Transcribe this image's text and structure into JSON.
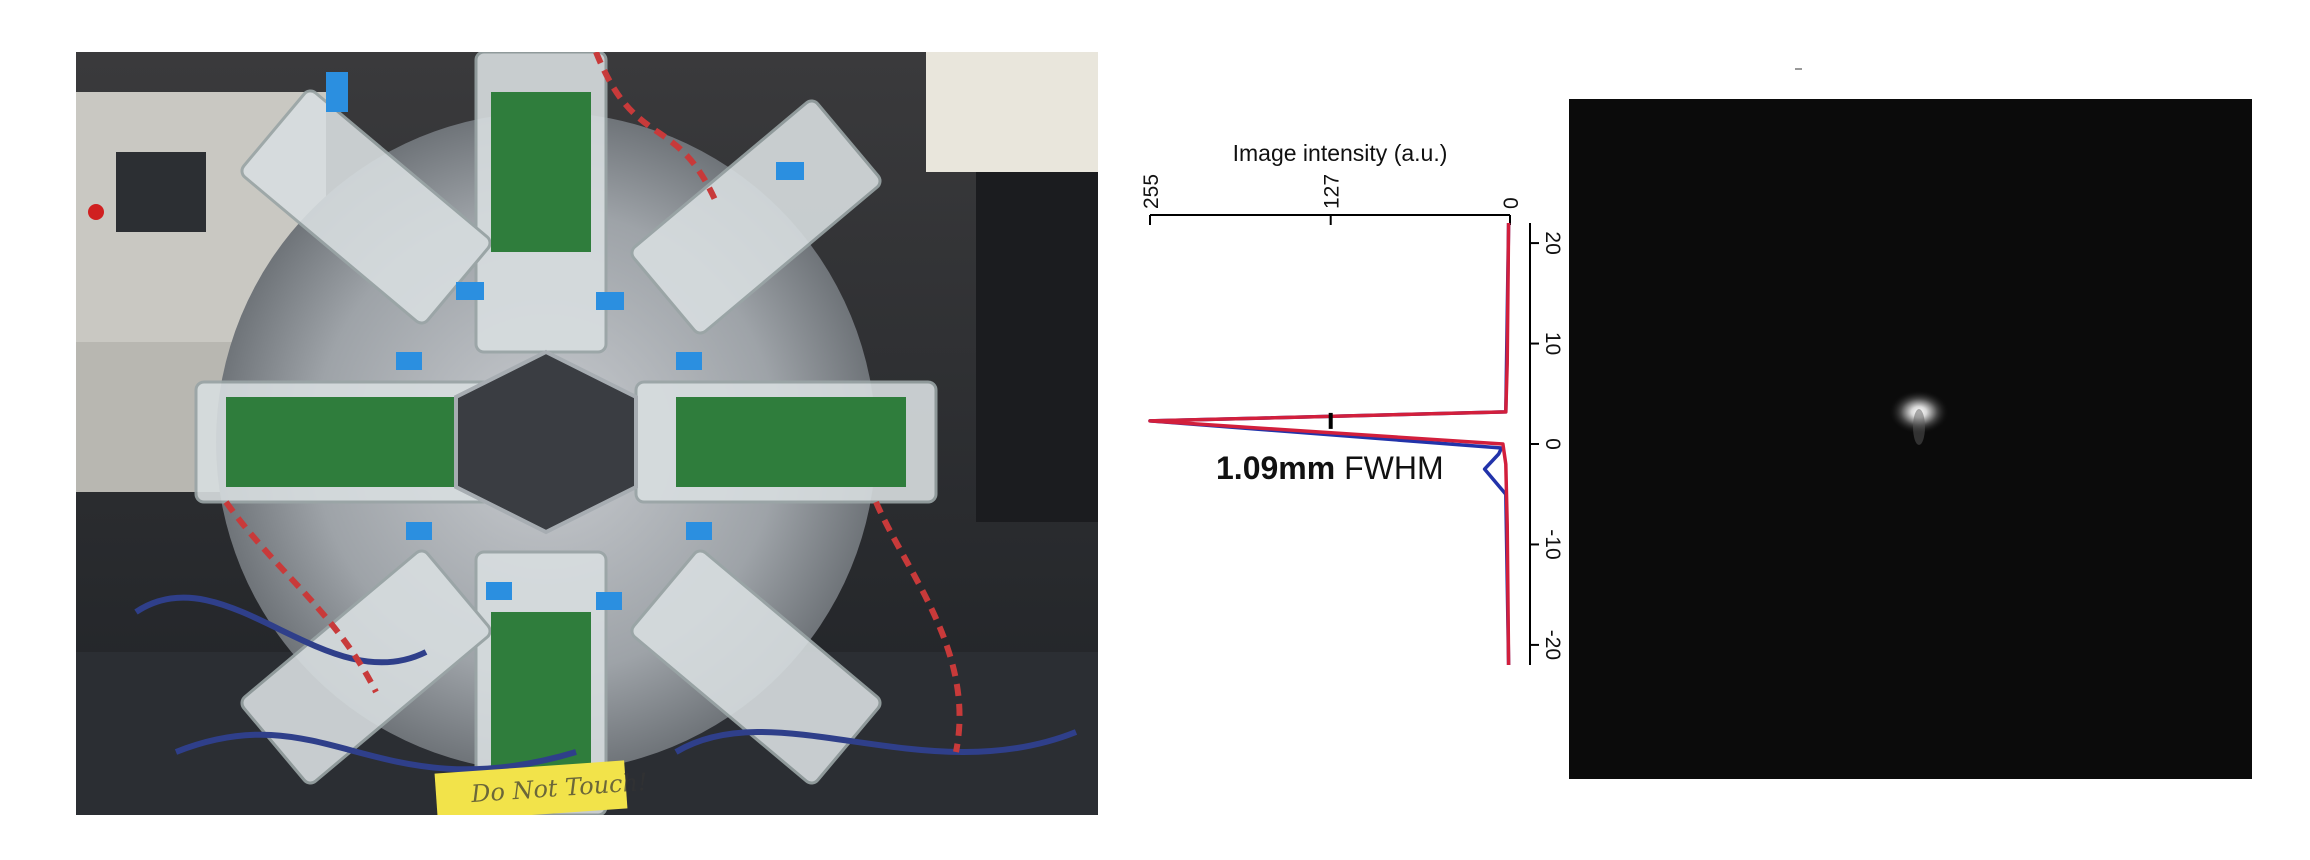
{
  "photo": {
    "description_icon": "detector-ring-photo-icon",
    "handwritten_note": "Do Not Touch!"
  },
  "profile_plot": {
    "axis_title": "Image intensity (a.u.)",
    "top_ticks": [
      "255",
      "127",
      "0"
    ],
    "side_ticks": [
      "20",
      "10",
      "0",
      "-10",
      "-20"
    ],
    "fwhm_value": "1.09mm",
    "fwhm_unit": "FWHM",
    "colors": {
      "red_trace": "#d21f3c",
      "blue_trace": "#2233aa",
      "axis": "#000000"
    }
  },
  "chart_data": {
    "type": "line",
    "title": "",
    "xlabel": "Image intensity (a.u.)",
    "ylabel": "",
    "xlim": [
      255,
      0
    ],
    "ylim": [
      -22,
      22
    ],
    "series": [
      {
        "values": [
          [
            1,
            -22
          ],
          [
            2,
            -8
          ],
          [
            3,
            -2
          ],
          [
            5,
            0
          ],
          [
            255,
            2.3
          ],
          [
            3,
            3.2
          ],
          [
            2,
            8
          ],
          [
            1,
            22
          ]
        ]
      },
      {
        "values": [
          [
            1,
            -22
          ],
          [
            3,
            -5
          ],
          [
            18,
            -2.5
          ],
          [
            8,
            -1
          ],
          [
            6,
            -0.4
          ],
          [
            255,
            2.3
          ],
          [
            3,
            3.2
          ],
          [
            1,
            22
          ]
        ]
      }
    ]
  },
  "spot_image": {
    "background": "#0b0b0b"
  }
}
